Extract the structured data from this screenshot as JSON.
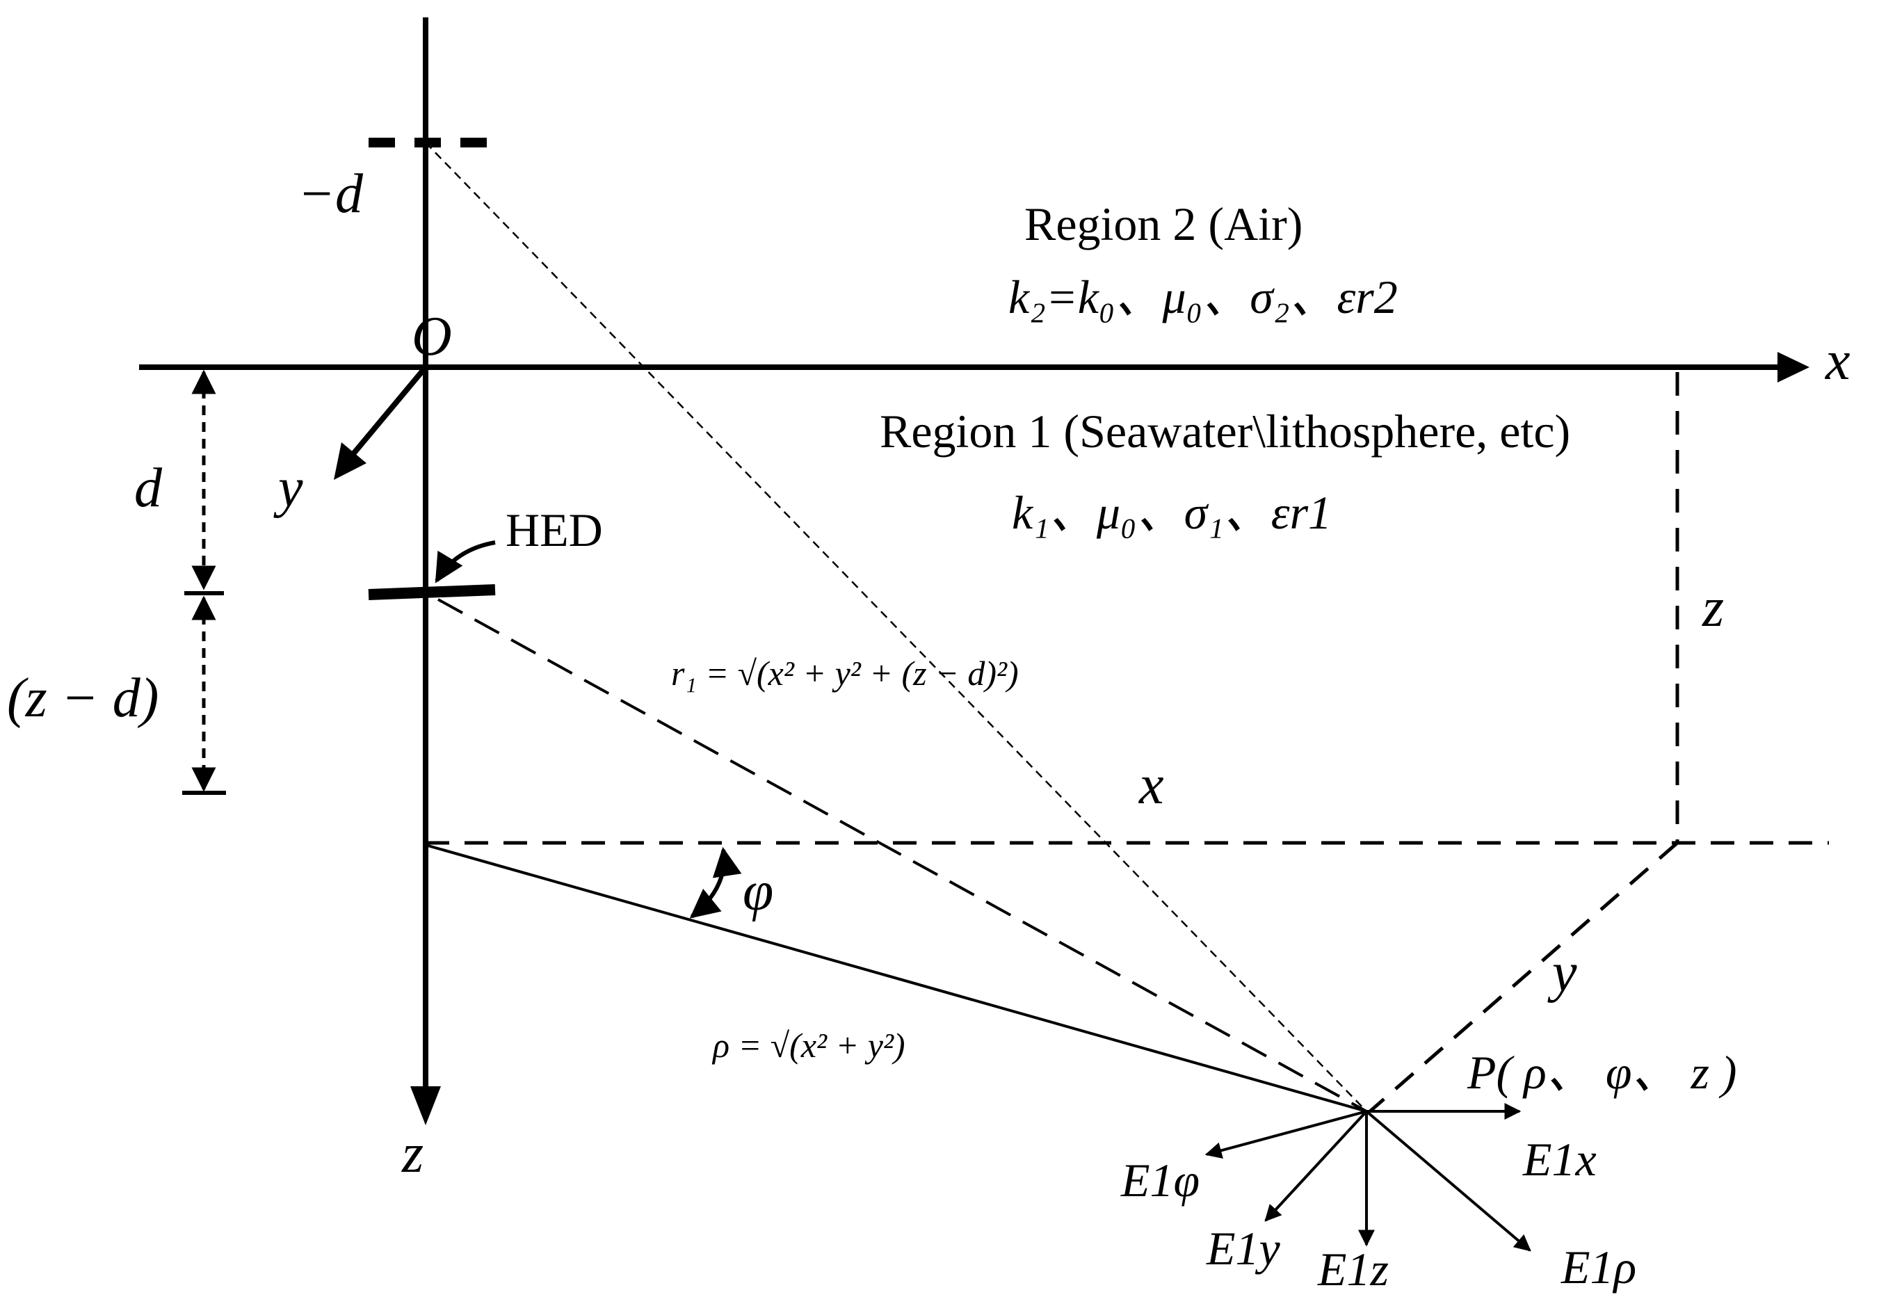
{
  "labels": {
    "origin": "O",
    "x_axis": "x",
    "y_axis": "y",
    "z_axis": "z",
    "neg_d": "−d",
    "d": "d",
    "z_minus_d": "(z − d)",
    "hed": "HED",
    "region2_title": "Region 2 (Air)",
    "region2_params": "k₂=k₀、μ₀、σ₂、εr2",
    "region1_title": "Region 1 (Seawater\\lithosphere, etc)",
    "region1_params": "k₁、μ₀、σ₁、εr1",
    "z_right": "z",
    "x_mid": "x",
    "y_diag": "y",
    "phi": "φ",
    "r1_formula": "r₁ = √(x² + y² + (z − d)²)",
    "rho_formula": "ρ = √(x² + y²)",
    "point_p": "P( ρ、 φ、 z )",
    "e1x": "E1x",
    "e1phi": "E1φ",
    "e1y": "E1y",
    "e1z": "E1z",
    "e1rho": "E1ρ"
  }
}
